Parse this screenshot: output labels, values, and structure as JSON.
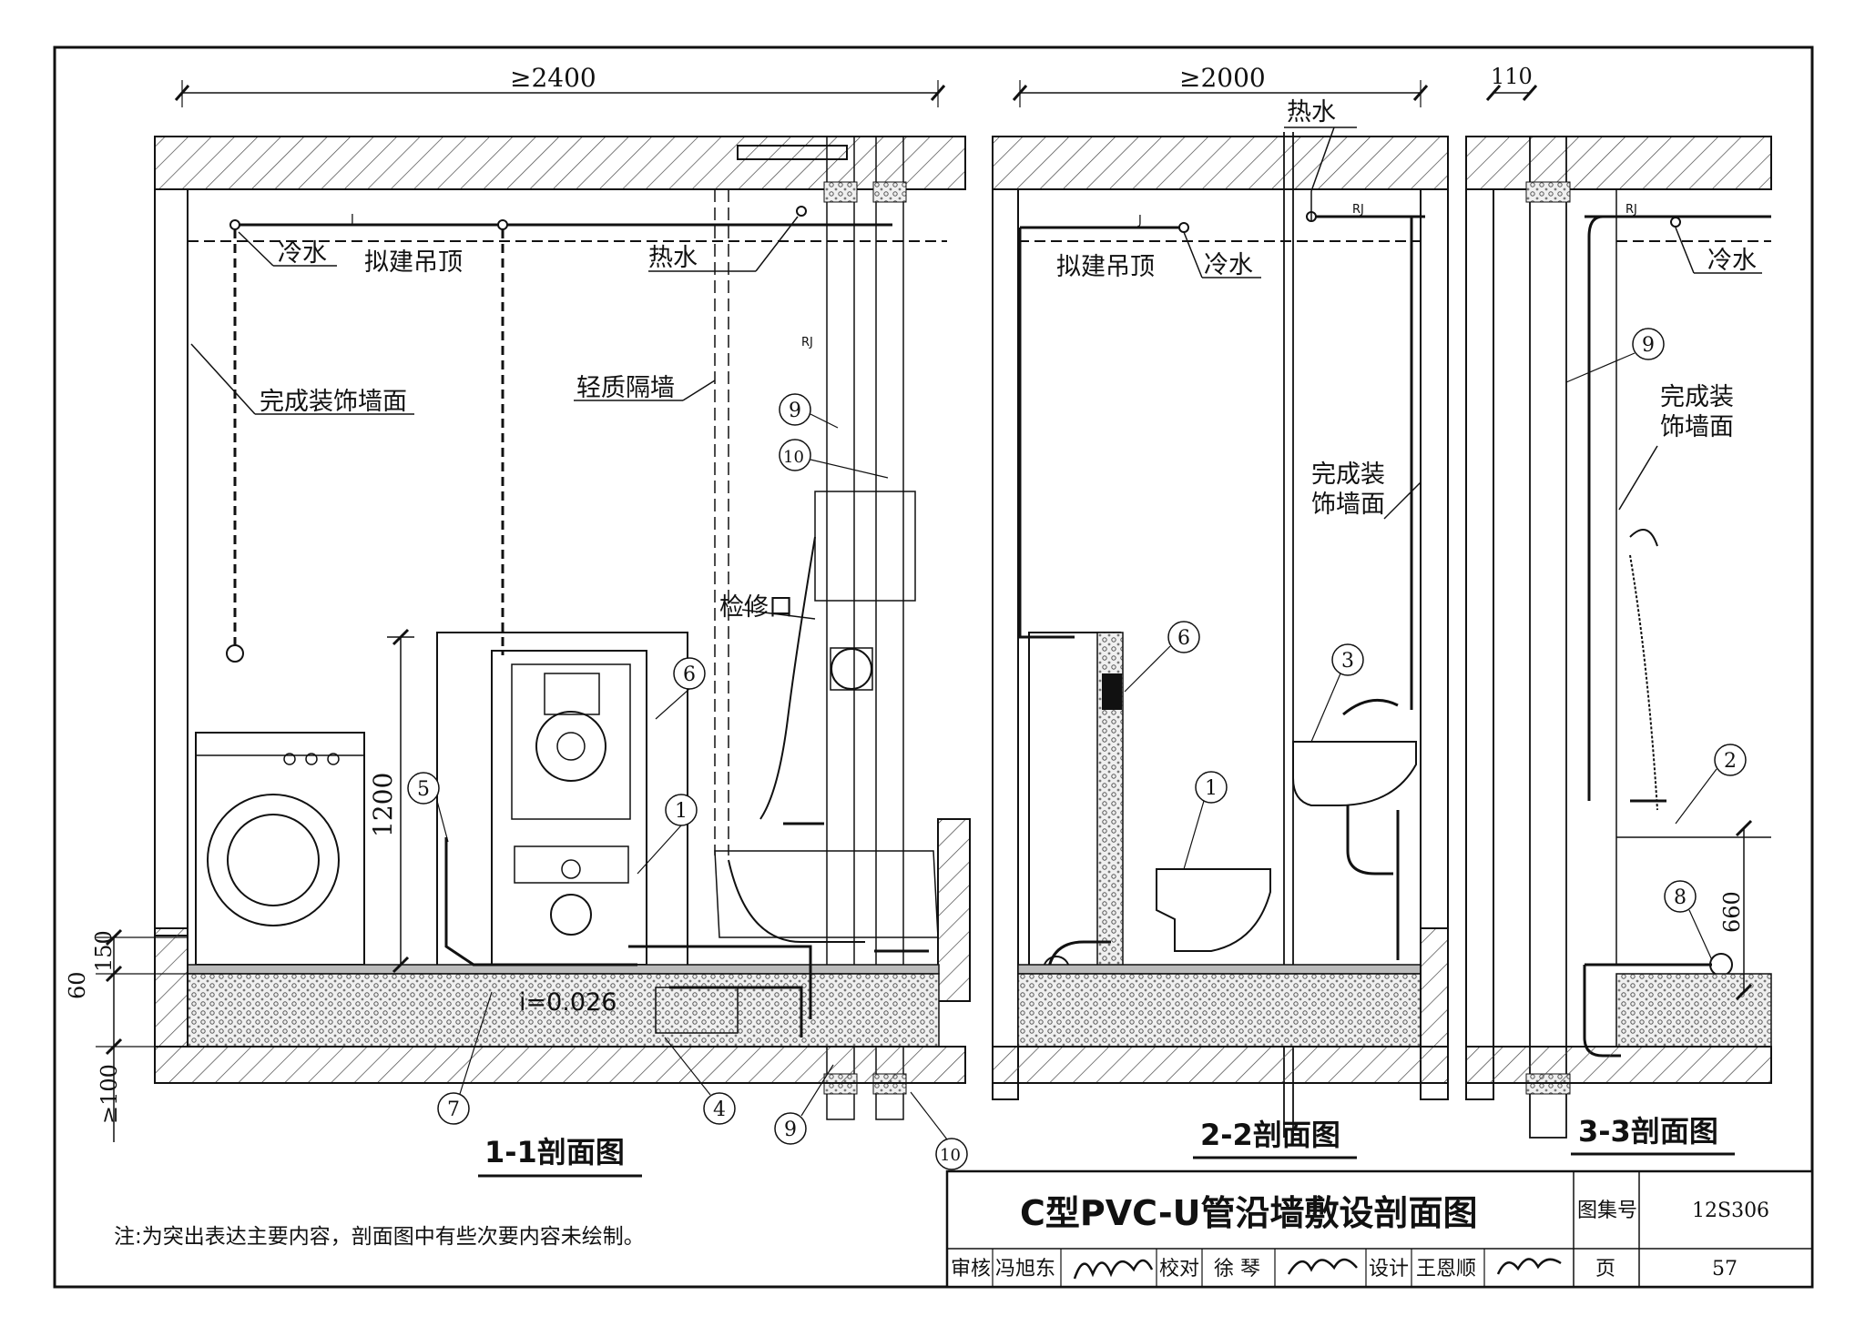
{
  "dimensions": {
    "width_1": "≥2400",
    "width_2": "≥2000",
    "width_3": "110",
    "h_1200": "1200",
    "h_150": "150",
    "h_60": "60",
    "h_100": "≥100",
    "h_660": "660",
    "slope": "i=0.026"
  },
  "labels": {
    "cold_water": "冷水",
    "hot_water": "热水",
    "ceiling": "拟建吊顶",
    "finished_wall": "完成装饰墙面",
    "finished_wall_l1": "完成装",
    "finished_wall_l2": "饰墙面",
    "partition": "轻质隔墙",
    "access_hatch": "检修口",
    "pipe_j": "J",
    "pipe_rj": "RJ"
  },
  "callouts": [
    "1",
    "2",
    "3",
    "4",
    "5",
    "6",
    "7",
    "8",
    "9",
    "10"
  ],
  "sections": {
    "s1": "1-1剖面图",
    "s2": "2-2剖面图",
    "s3": "3-3剖面图"
  },
  "title_block": {
    "title": "C型PVC-U管沿墙敷设剖面图",
    "atlas_label": "图集号",
    "atlas_no": "12S306",
    "review_label": "审核",
    "reviewer": "冯旭东",
    "check_label": "校对",
    "checker": "徐 琴",
    "design_label": "设计",
    "designer": "王恩顺",
    "page_label": "页",
    "page_no": "57"
  },
  "note": "注:为突出表达主要内容，剖面图中有些次要内容未绘制。",
  "colors": {
    "line": "#111111",
    "hatch": "#555555",
    "fill_soil": "#e6e6e6"
  }
}
